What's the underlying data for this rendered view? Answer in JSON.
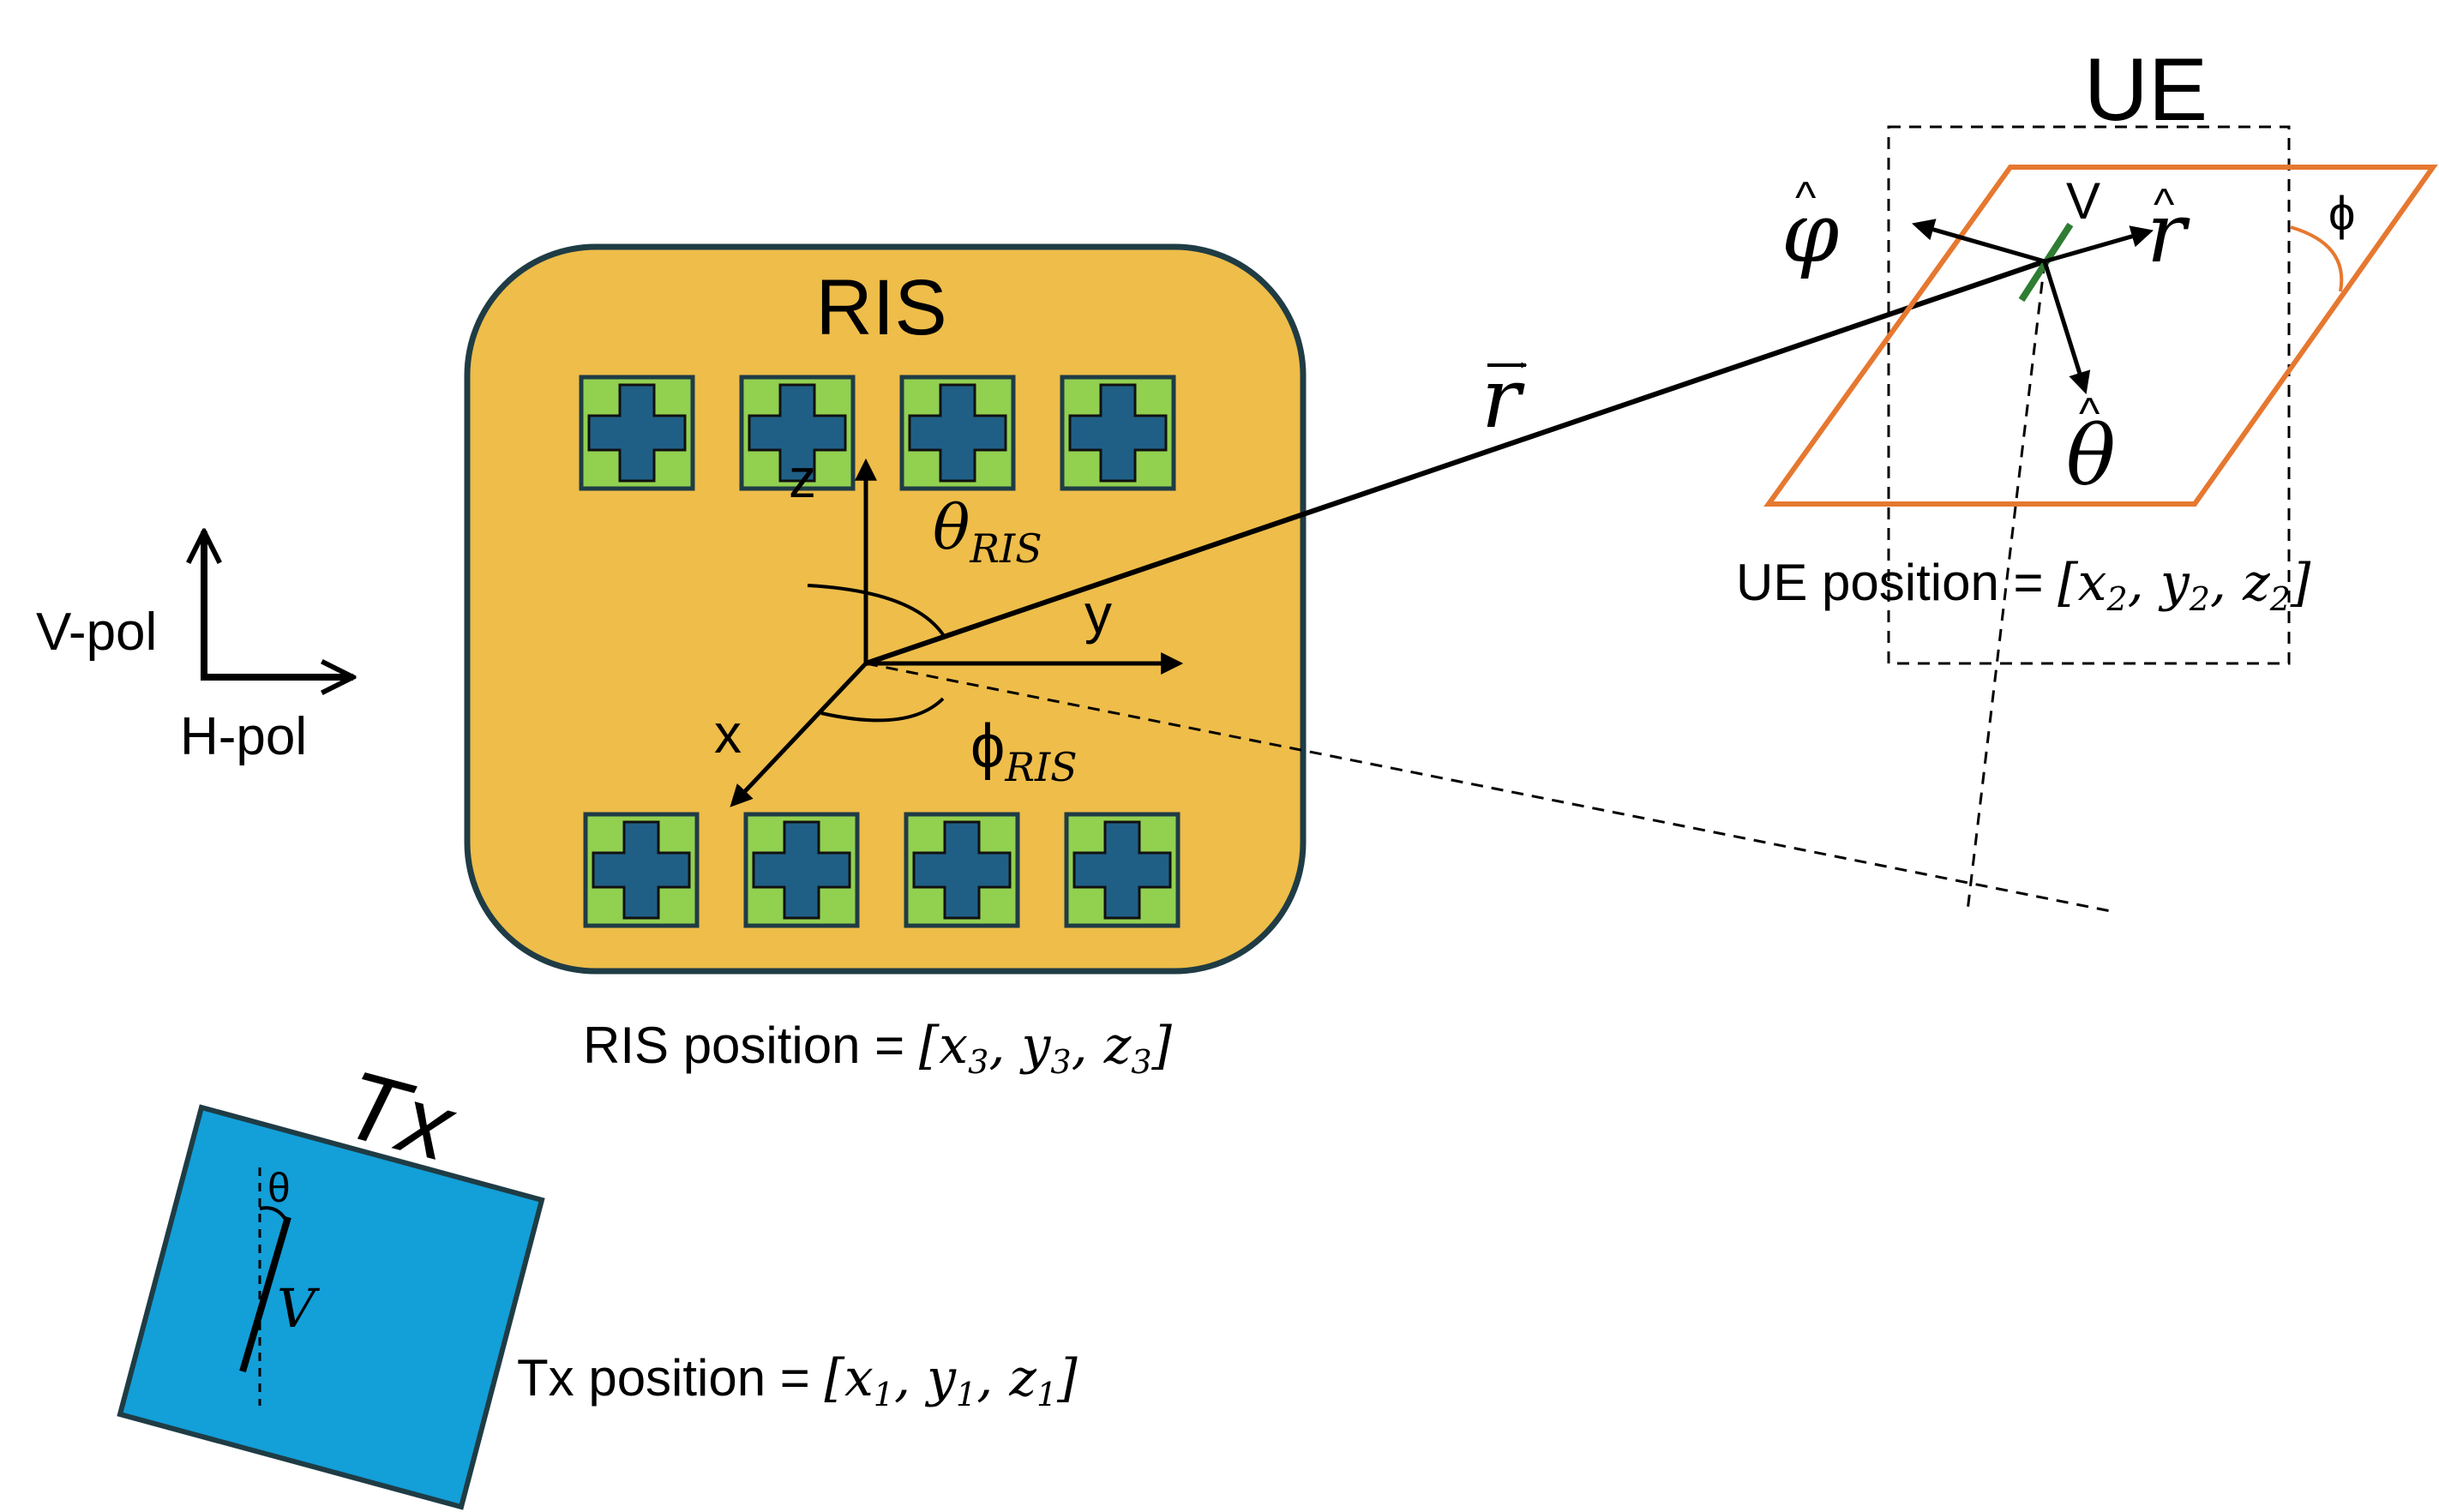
{
  "colors": {
    "ris_panel": "#eebd4a",
    "ris_element": "#92d050",
    "ris_cross": "#1f5f86",
    "tx_panel": "#139fd8",
    "ue_plane": "#e67830",
    "ue_antenna": "#2e7d32",
    "stroke": "#000000"
  },
  "legend": {
    "v_pol": "V-pol",
    "h_pol": "H-pol"
  },
  "ris": {
    "title": "RIS",
    "axis_z": "z",
    "axis_y": "y",
    "axis_x": "x",
    "theta_base": "θ",
    "theta_sub": "RIS",
    "phi_base": "ϕ",
    "phi_sub": "RIS",
    "position_label": "RIS position = ",
    "position_vars": [
      {
        "v": "x",
        "s": "3"
      },
      {
        "v": "y",
        "s": "3"
      },
      {
        "v": "z",
        "s": "3"
      }
    ],
    "element_count_top": 4,
    "element_count_bottom": 4
  },
  "link": {
    "r_vector": "r"
  },
  "ue": {
    "title": "UE",
    "v_label": "V",
    "phi_label": "ϕ",
    "phi_hat": "φ",
    "r_hat": "r",
    "theta_hat": "θ",
    "position_label": "UE position = ",
    "position_vars": [
      {
        "v": "x",
        "s": "2"
      },
      {
        "v": "y",
        "s": "2"
      },
      {
        "v": "z",
        "s": "2"
      }
    ]
  },
  "tx": {
    "title": "Tx",
    "theta_label": "θ",
    "v_label": "V",
    "position_label": "Tx position = ",
    "position_vars": [
      {
        "v": "x",
        "s": "1"
      },
      {
        "v": "y",
        "s": "1"
      },
      {
        "v": "z",
        "s": "1"
      }
    ]
  }
}
